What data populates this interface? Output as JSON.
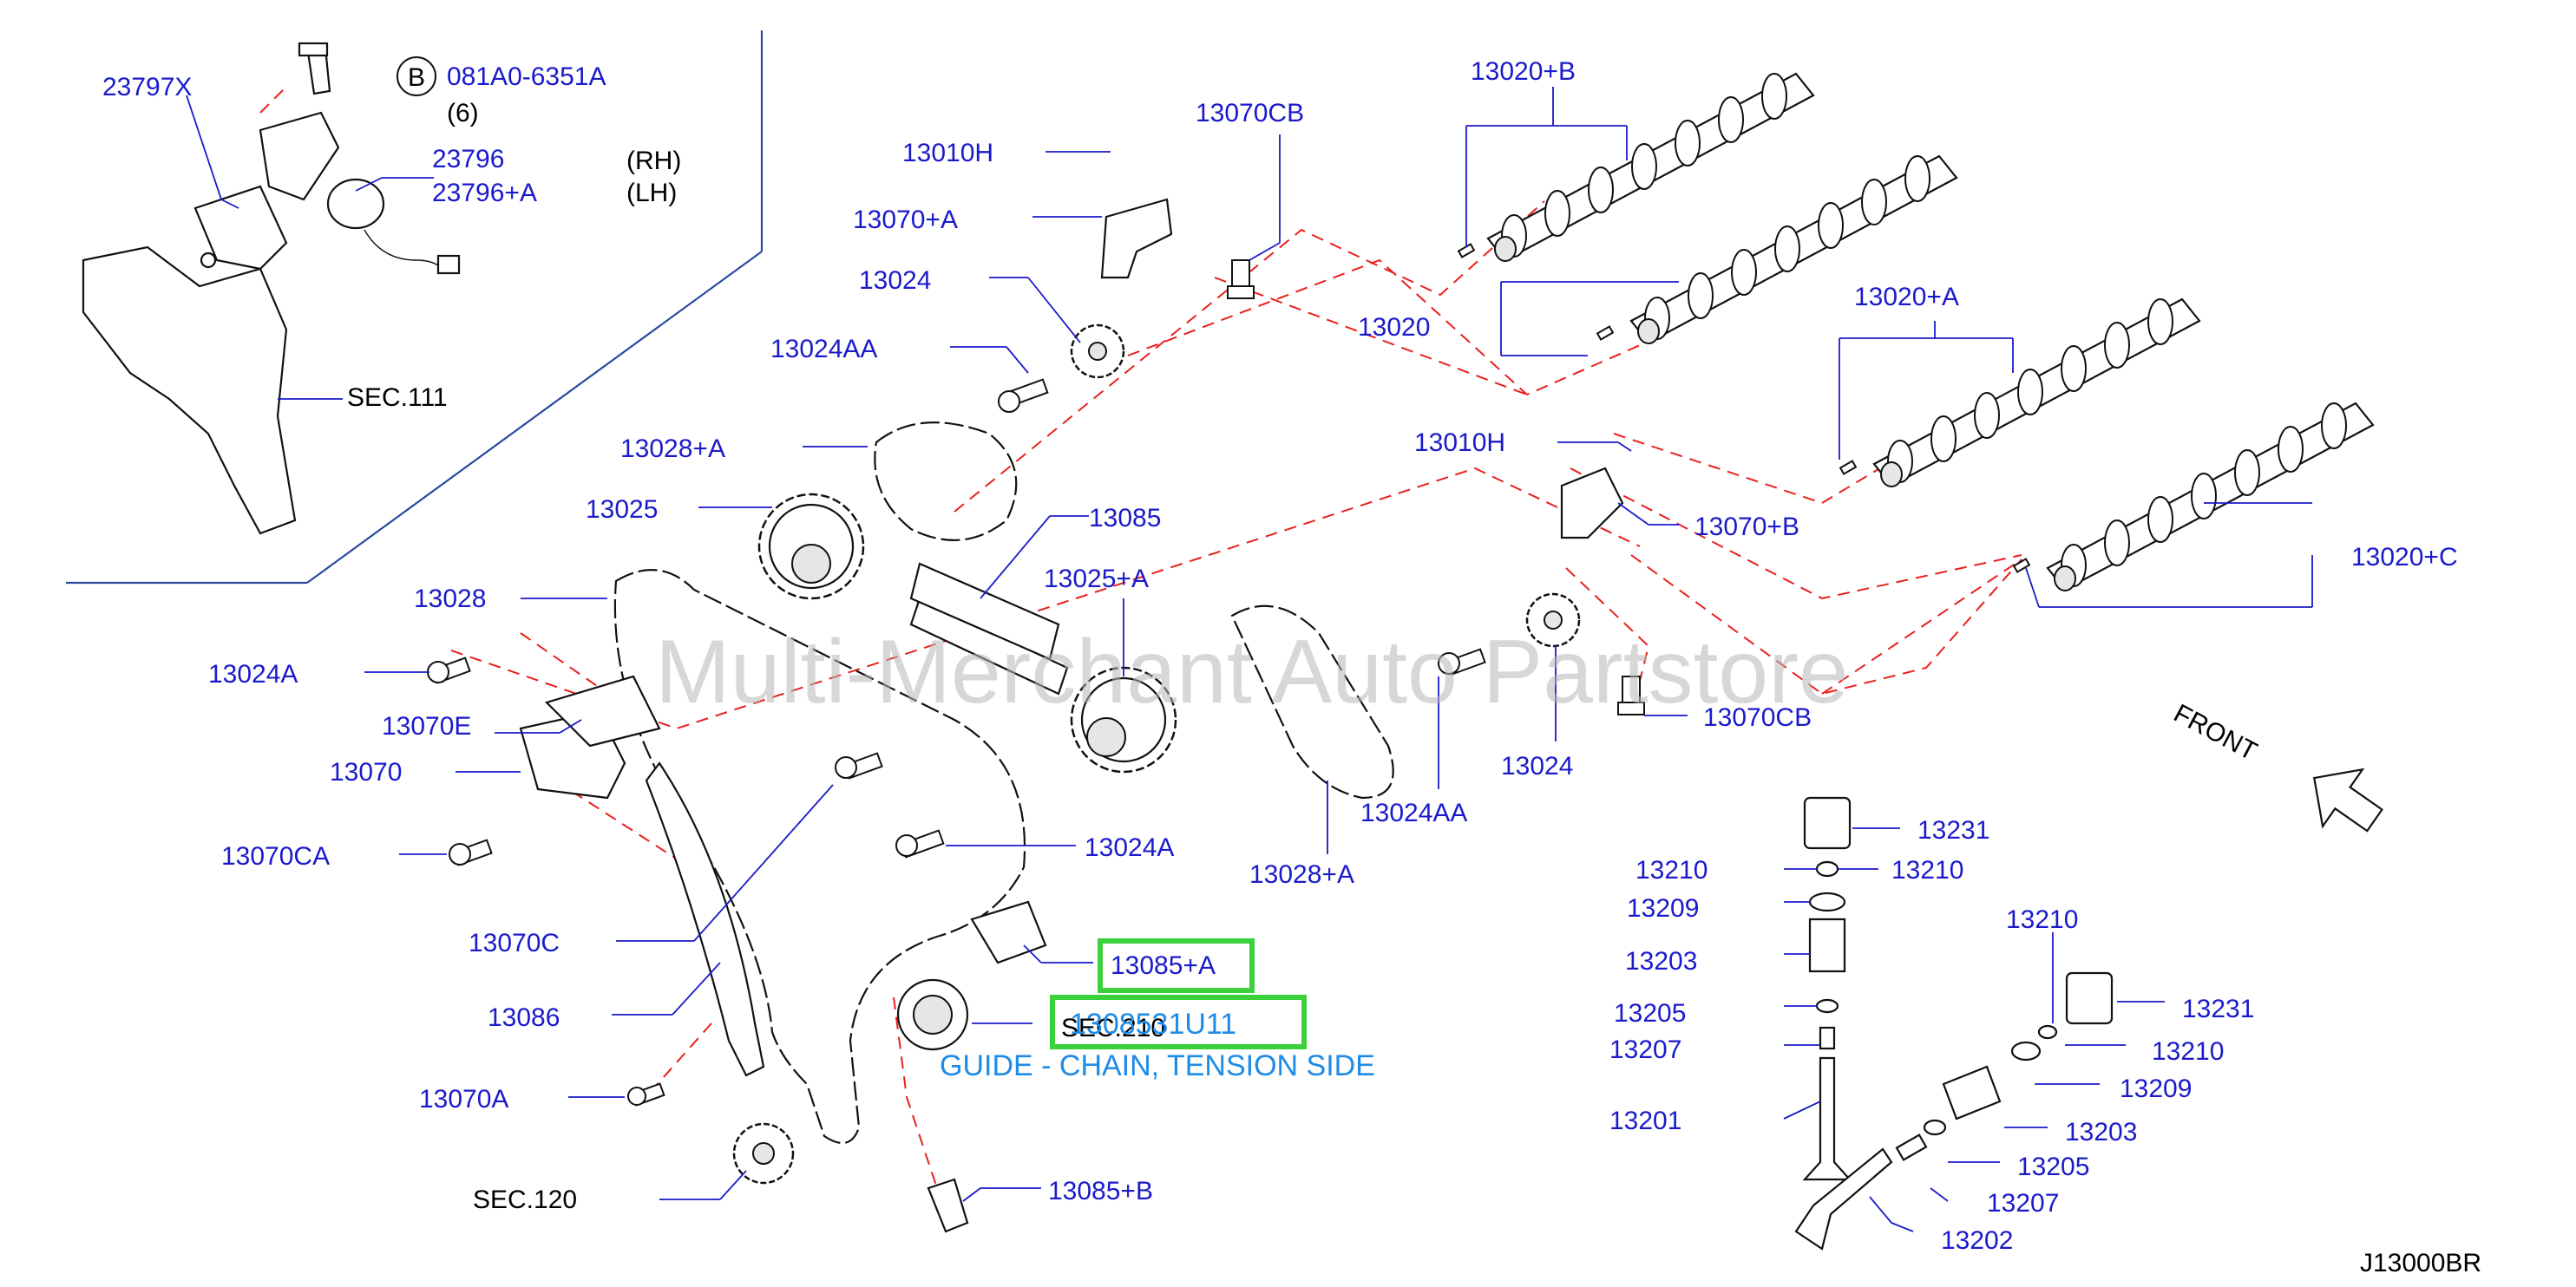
{
  "diagram_code": "J13000BR",
  "watermark": "Multi-Merchant Auto Partstore",
  "front_label": "FRONT",
  "callout_circle": "B",
  "bolt_spec": "081A0-6351A",
  "bolt_qty": "(6)",
  "side_rh": "(RH)",
  "side_lh": "(LH)",
  "sec_111": "SEC.111",
  "sec_120": "SEC.120",
  "sec_210": "SEC.210",
  "tooltip": {
    "part_number": "1308531U11",
    "description": "GUIDE - CHAIN, TENSION SIDE"
  },
  "parts": {
    "p23797x": "23797X",
    "p23796": "23796",
    "p23796a": "23796+A",
    "p13010h_top": "13010H",
    "p13070cb_top": "13070CB",
    "p13070a_plus": "13070+A",
    "p13024_top": "13024",
    "p13024aa_left": "13024AA",
    "p13028a_top": "13028+A",
    "p13025": "13025",
    "p13085": "13085",
    "p13028": "13028",
    "p13025a": "13025+A",
    "p13024a_left": "13024A",
    "p13070e": "13070E",
    "p13070": "13070",
    "p13070ca": "13070CA",
    "p13070c": "13070C",
    "p13086": "13086",
    "p13070a": "13070A",
    "p13024a_mid": "13024A",
    "p13085a": "13085+A",
    "p13085b": "13085+B",
    "p13028a_mid": "13028+A",
    "p13024aa_mid": "13024AA",
    "p13024_mid": "13024",
    "p13070cb_mid": "13070CB",
    "p13010h_mid": "13010H",
    "p13070b": "13070+B",
    "p13020b": "13020+B",
    "p13020": "13020",
    "p13020a": "13020+A",
    "p13020c": "13020+C",
    "p13231_a": "13231",
    "p13210_a": "13210",
    "p13210_b": "13210",
    "p13209_a": "13209",
    "p13203_a": "13203",
    "p13205_a": "13205",
    "p13207_a": "13207",
    "p13201": "13201",
    "p13210_c": "13210",
    "p13231_b": "13231",
    "p13210_d": "13210",
    "p13209_b": "13209",
    "p13203_b": "13203",
    "p13205_b": "13205",
    "p13207_b": "13207",
    "p13202": "13202"
  }
}
